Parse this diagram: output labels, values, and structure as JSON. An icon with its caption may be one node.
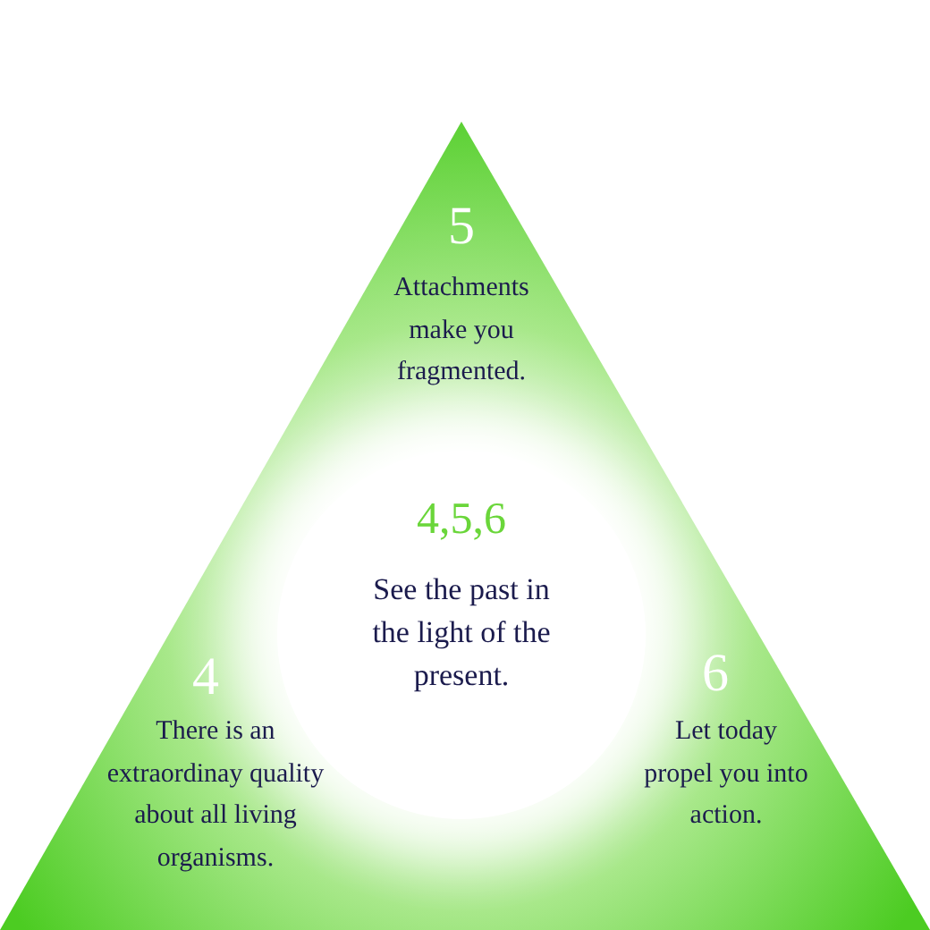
{
  "diagram": {
    "nodes": [
      {
        "text": [],
        "shape": "triangle"
      },
      {
        "text": [
          "4,5,6",
          "See the past in the light of the present."
        ],
        "in": 0
      }
    ],
    "labels": [
      "5",
      "Attachments make you fragmented.",
      "4",
      "There is an extraordinay quality about all living organisms.",
      "6",
      "Let today propel you into action."
    ]
  }
}
